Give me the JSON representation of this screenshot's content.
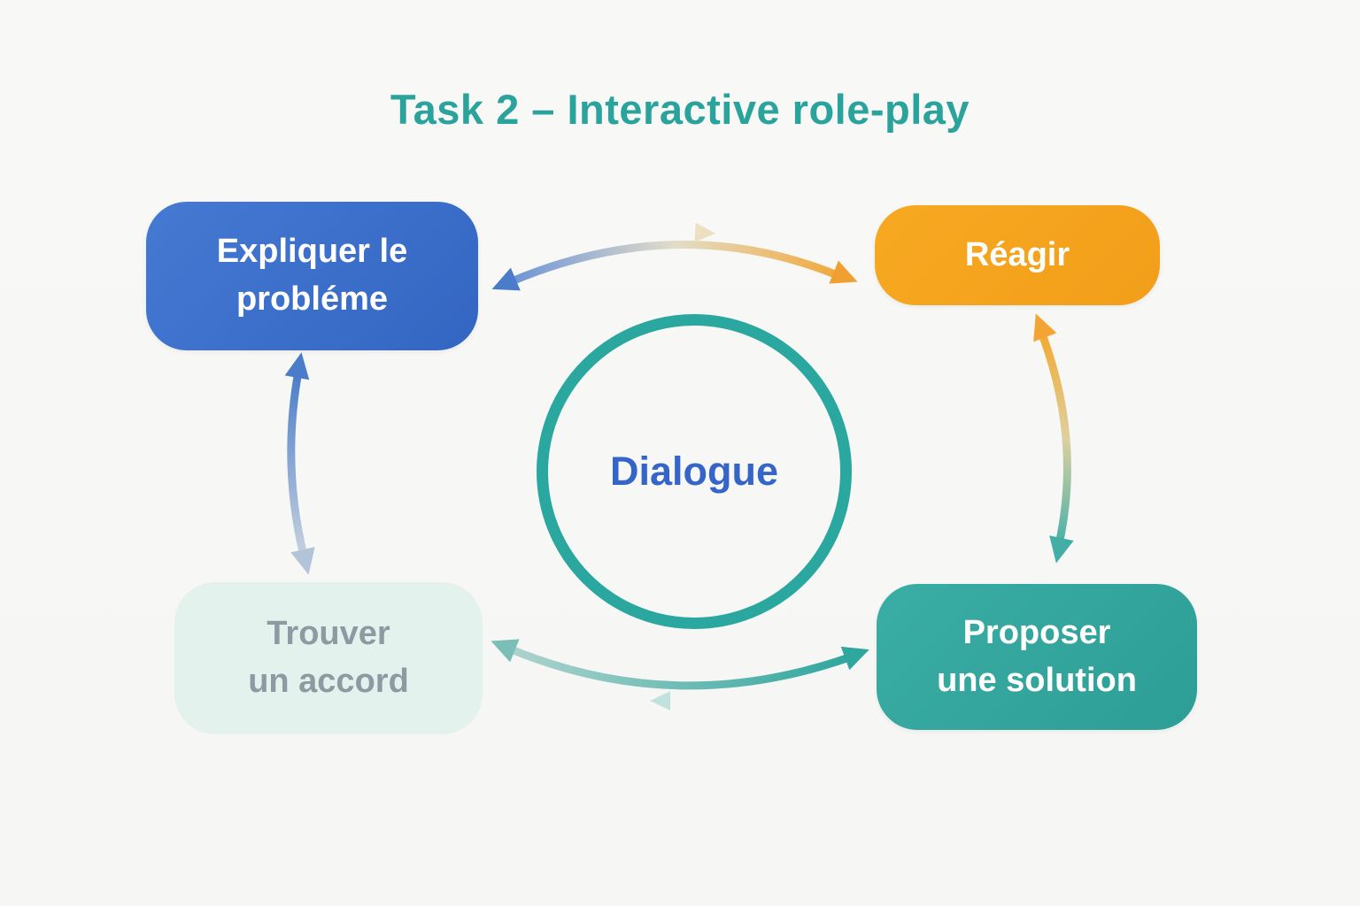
{
  "title": "Task 2 – Interactive role-play",
  "center": {
    "label": "Dialogue"
  },
  "nodes": {
    "explain": {
      "line1": "Expliquer le",
      "line2": "probléme"
    },
    "react": {
      "line1": "Réagir",
      "line2": ""
    },
    "propose": {
      "line1": "Proposer",
      "line2": "une solution"
    },
    "agree": {
      "line1": "Trouver",
      "line2": "un accord"
    }
  },
  "colors": {
    "title_text": "#2ba39d",
    "node_explain_bg": "#3a70c8",
    "node_react_bg": "#f5a41f",
    "node_propose_bg": "#31a39b",
    "node_agree_bg": "#e4f2ee",
    "node_agree_text": "#8d9aa2",
    "circle_stroke": "#2aa79f",
    "center_text": "#3565c8",
    "arrow_blue": "#4a7cc9",
    "arrow_orange": "#f2a433",
    "arrow_teal": "#2fa69e"
  }
}
